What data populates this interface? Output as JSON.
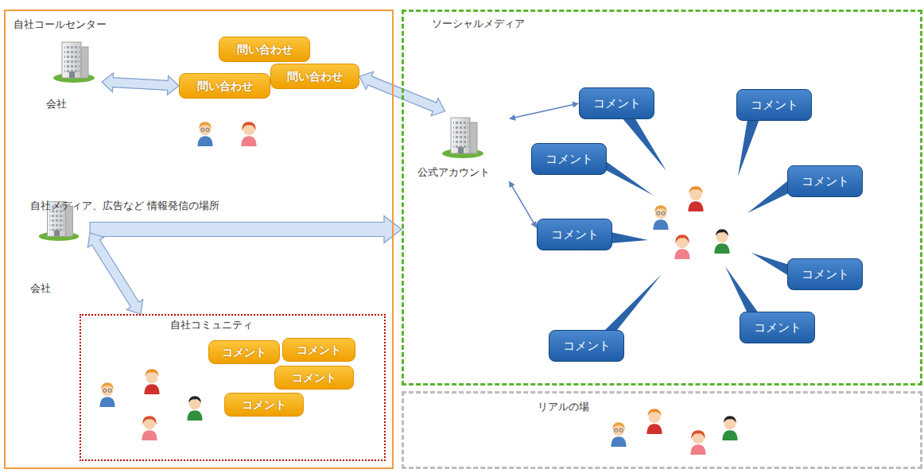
{
  "diagram": {
    "nodes": [
      {
        "text": [
          "自社コールセンター"
        ]
      },
      {
        "text": [
          "会社"
        ],
        "in": 0
      },
      {
        "text": [
          "問い合わせ"
        ],
        "in": 0
      },
      {
        "text": [
          "問い合わせ"
        ],
        "in": 0
      },
      {
        "text": [
          "問い合わせ"
        ],
        "in": 0
      },
      {
        "text": [
          "自社メディア、広告など 情報発信の場所",
          "会社"
        ],
        "in": 0
      },
      {
        "text": [
          "自社コミュニティ"
        ],
        "in": 0
      },
      {
        "text": [
          "コメント"
        ],
        "in": 6
      },
      {
        "text": [
          "コメント"
        ],
        "in": 6
      },
      {
        "text": [
          "コメント"
        ],
        "in": 6
      },
      {
        "text": [
          "コメント"
        ],
        "in": 6
      },
      {
        "text": [
          "ソーシャルメディア"
        ]
      },
      {
        "text": [
          "公式アカウント"
        ],
        "in": 11
      },
      {
        "text": [
          "コメント"
        ],
        "in": 11
      },
      {
        "text": [
          "コメント"
        ],
        "in": 11
      },
      {
        "text": [
          "コメント"
        ],
        "in": 11
      },
      {
        "text": [
          "コメント"
        ],
        "in": 11
      },
      {
        "text": [
          "コメント"
        ],
        "in": 11
      },
      {
        "text": [
          "コメント"
        ],
        "in": 11
      },
      {
        "text": [
          "コメント"
        ],
        "in": 11
      },
      {
        "text": [
          "コメント"
        ],
        "in": 11
      },
      {
        "text": [
          "リアルの場"
        ]
      }
    ],
    "edges": [
      {
        "from": 1,
        "to": 4,
        "arrow": "both"
      },
      {
        "from": 3,
        "to": 12,
        "arrow": "both"
      },
      {
        "from": 5,
        "to": 11,
        "arrow": "to"
      },
      {
        "from": 5,
        "to": 6,
        "arrow": "both"
      },
      {
        "from": 12,
        "to": 13,
        "arrow": "both"
      },
      {
        "from": 12,
        "to": 17,
        "arrow": "both"
      }
    ]
  }
}
